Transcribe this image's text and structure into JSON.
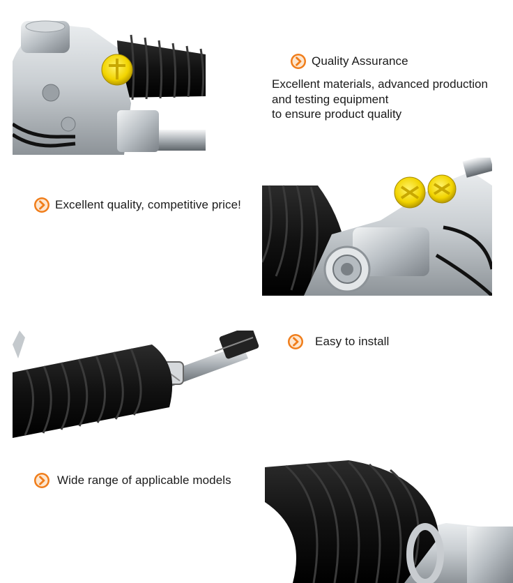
{
  "accent_color": "#f07d1a",
  "bullet_icon": "chevron-right-circle-icon",
  "features": [
    {
      "title": "Quality Assurance",
      "description": [
        "Excellent materials, advanced production",
        "and testing equipment",
        "to ensure product quality"
      ]
    },
    {
      "title": "Excellent quality, competitive price!"
    },
    {
      "title": "Easy to install"
    },
    {
      "title": "Wide range of applicable models"
    }
  ],
  "photos": [
    {
      "subject": "steering-rack-valve-housing"
    },
    {
      "subject": "steering-rack-boot-and-yellow-caps"
    },
    {
      "subject": "steering-rack-boot-and-tie-rod"
    },
    {
      "subject": "steering-rack-boot-closeup"
    }
  ]
}
